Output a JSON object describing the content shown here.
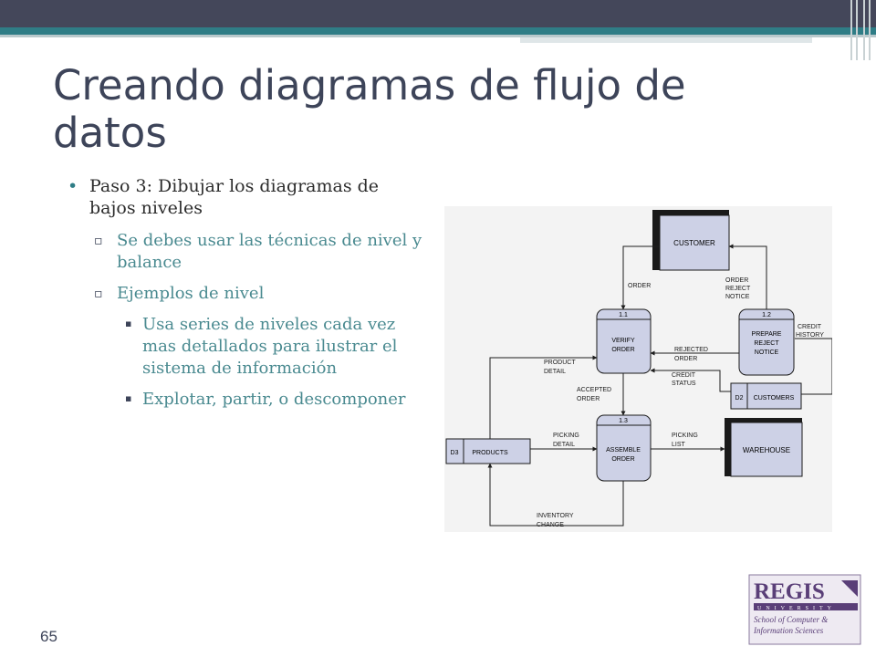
{
  "slide": {
    "title": "Creando diagramas de flujo de datos",
    "page_number": "65"
  },
  "content": {
    "bullet": "Paso 3: Dibujar los diagramas de bajos niveles",
    "sub1": "Se debes usar las técnicas de nivel y balance",
    "sub2": "Ejemplos de nivel",
    "subsub1": "Usa series de niveles cada vez mas detallados para ilustrar el sistema de información",
    "subsub2": "Explotar, partir, o descomponer"
  },
  "diagram": {
    "customer": "CUSTOMER",
    "warehouse": "WAREHOUSE",
    "p11_id": "1.1",
    "p11_l1": "VERIFY",
    "p11_l2": "ORDER",
    "p12_id": "1.2",
    "p12_l1": "PREPARE",
    "p12_l2": "REJECT",
    "p12_l3": "NOTICE",
    "p13_id": "1.3",
    "p13_l1": "ASSEMBLE",
    "p13_l2": "ORDER",
    "d2_id": "D2",
    "d2_name": "CUSTOMERS",
    "d3_id": "D3",
    "d3_name": "PRODUCTS",
    "f_order": "ORDER",
    "f_onr1": "ORDER",
    "f_onr2": "REJECT",
    "f_onr3": "NOTICE",
    "f_ch1": "CREDIT",
    "f_ch2": "HISTORY",
    "f_ro1": "REJECTED",
    "f_ro2": "ORDER",
    "f_cs1": "CREDIT",
    "f_cs2": "STATUS",
    "f_pd1": "PRODUCT",
    "f_pd2": "DETAIL",
    "f_ao1": "ACCEPTED",
    "f_ao2": "ORDER",
    "f_pk1": "PICKING",
    "f_pk2": "DETAIL",
    "f_pl1": "PICKING",
    "f_pl2": "LIST",
    "f_ic1": "INVENTORY",
    "f_ic2": "CHANGE"
  },
  "logo": {
    "name": "REGIS",
    "sub": "UNIVERSITY",
    "line1": "School of Computer &",
    "line2": "Information Sciences"
  },
  "colors": {
    "title": "#3d4459",
    "accent": "#2f7d86",
    "process_fill": "#cdd1e6",
    "logo_purple": "#5a3f78"
  }
}
